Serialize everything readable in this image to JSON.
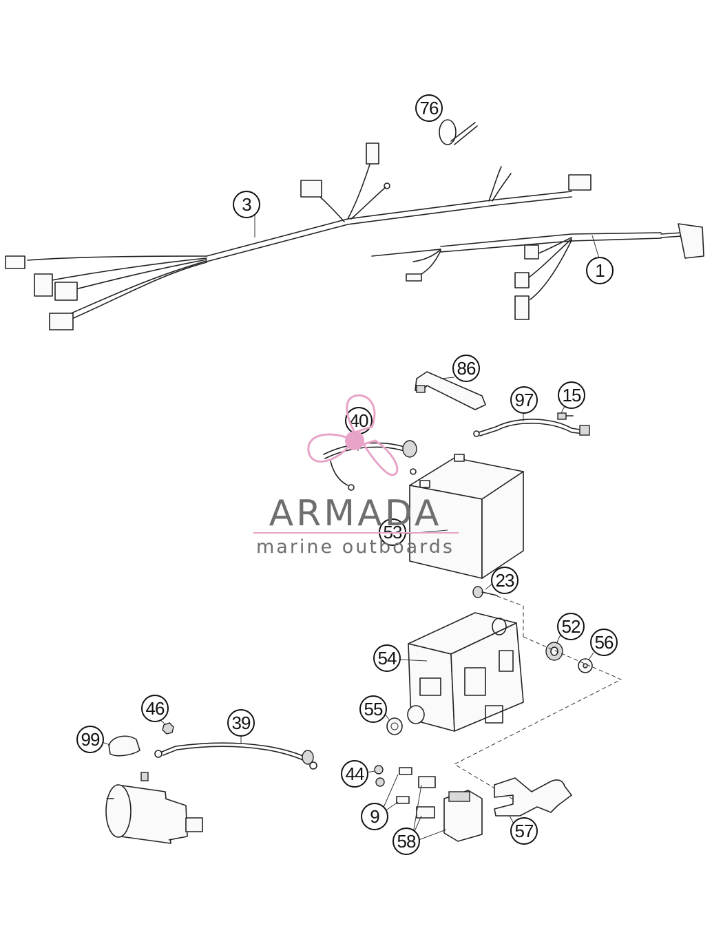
{
  "callouts": [
    {
      "label": "76"
    },
    {
      "label": "3"
    },
    {
      "label": "1"
    },
    {
      "label": "86"
    },
    {
      "label": "97"
    },
    {
      "label": "15"
    },
    {
      "label": "40"
    },
    {
      "label": "53"
    },
    {
      "label": "23"
    },
    {
      "label": "52"
    },
    {
      "label": "56"
    },
    {
      "label": "54"
    },
    {
      "label": "55"
    },
    {
      "label": "46"
    },
    {
      "label": "39"
    },
    {
      "label": "99"
    },
    {
      "label": "44"
    },
    {
      "label": "9"
    },
    {
      "label": "58"
    },
    {
      "label": "57"
    }
  ],
  "watermark": {
    "brand": "ARMADA",
    "tagline": "marine outboards",
    "color_text": "#6e6e6e",
    "color_accent": "#e8a3c8"
  }
}
